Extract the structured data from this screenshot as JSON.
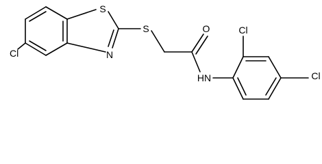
{
  "molecule": {
    "atoms": {
      "cl_left": "Cl",
      "s_ring": "S",
      "n_ring": "N",
      "s_linker": "S",
      "o_carbonyl": "O",
      "nh_amide": "HN",
      "cl_ortho": "Cl",
      "cl_para": "Cl"
    }
  }
}
